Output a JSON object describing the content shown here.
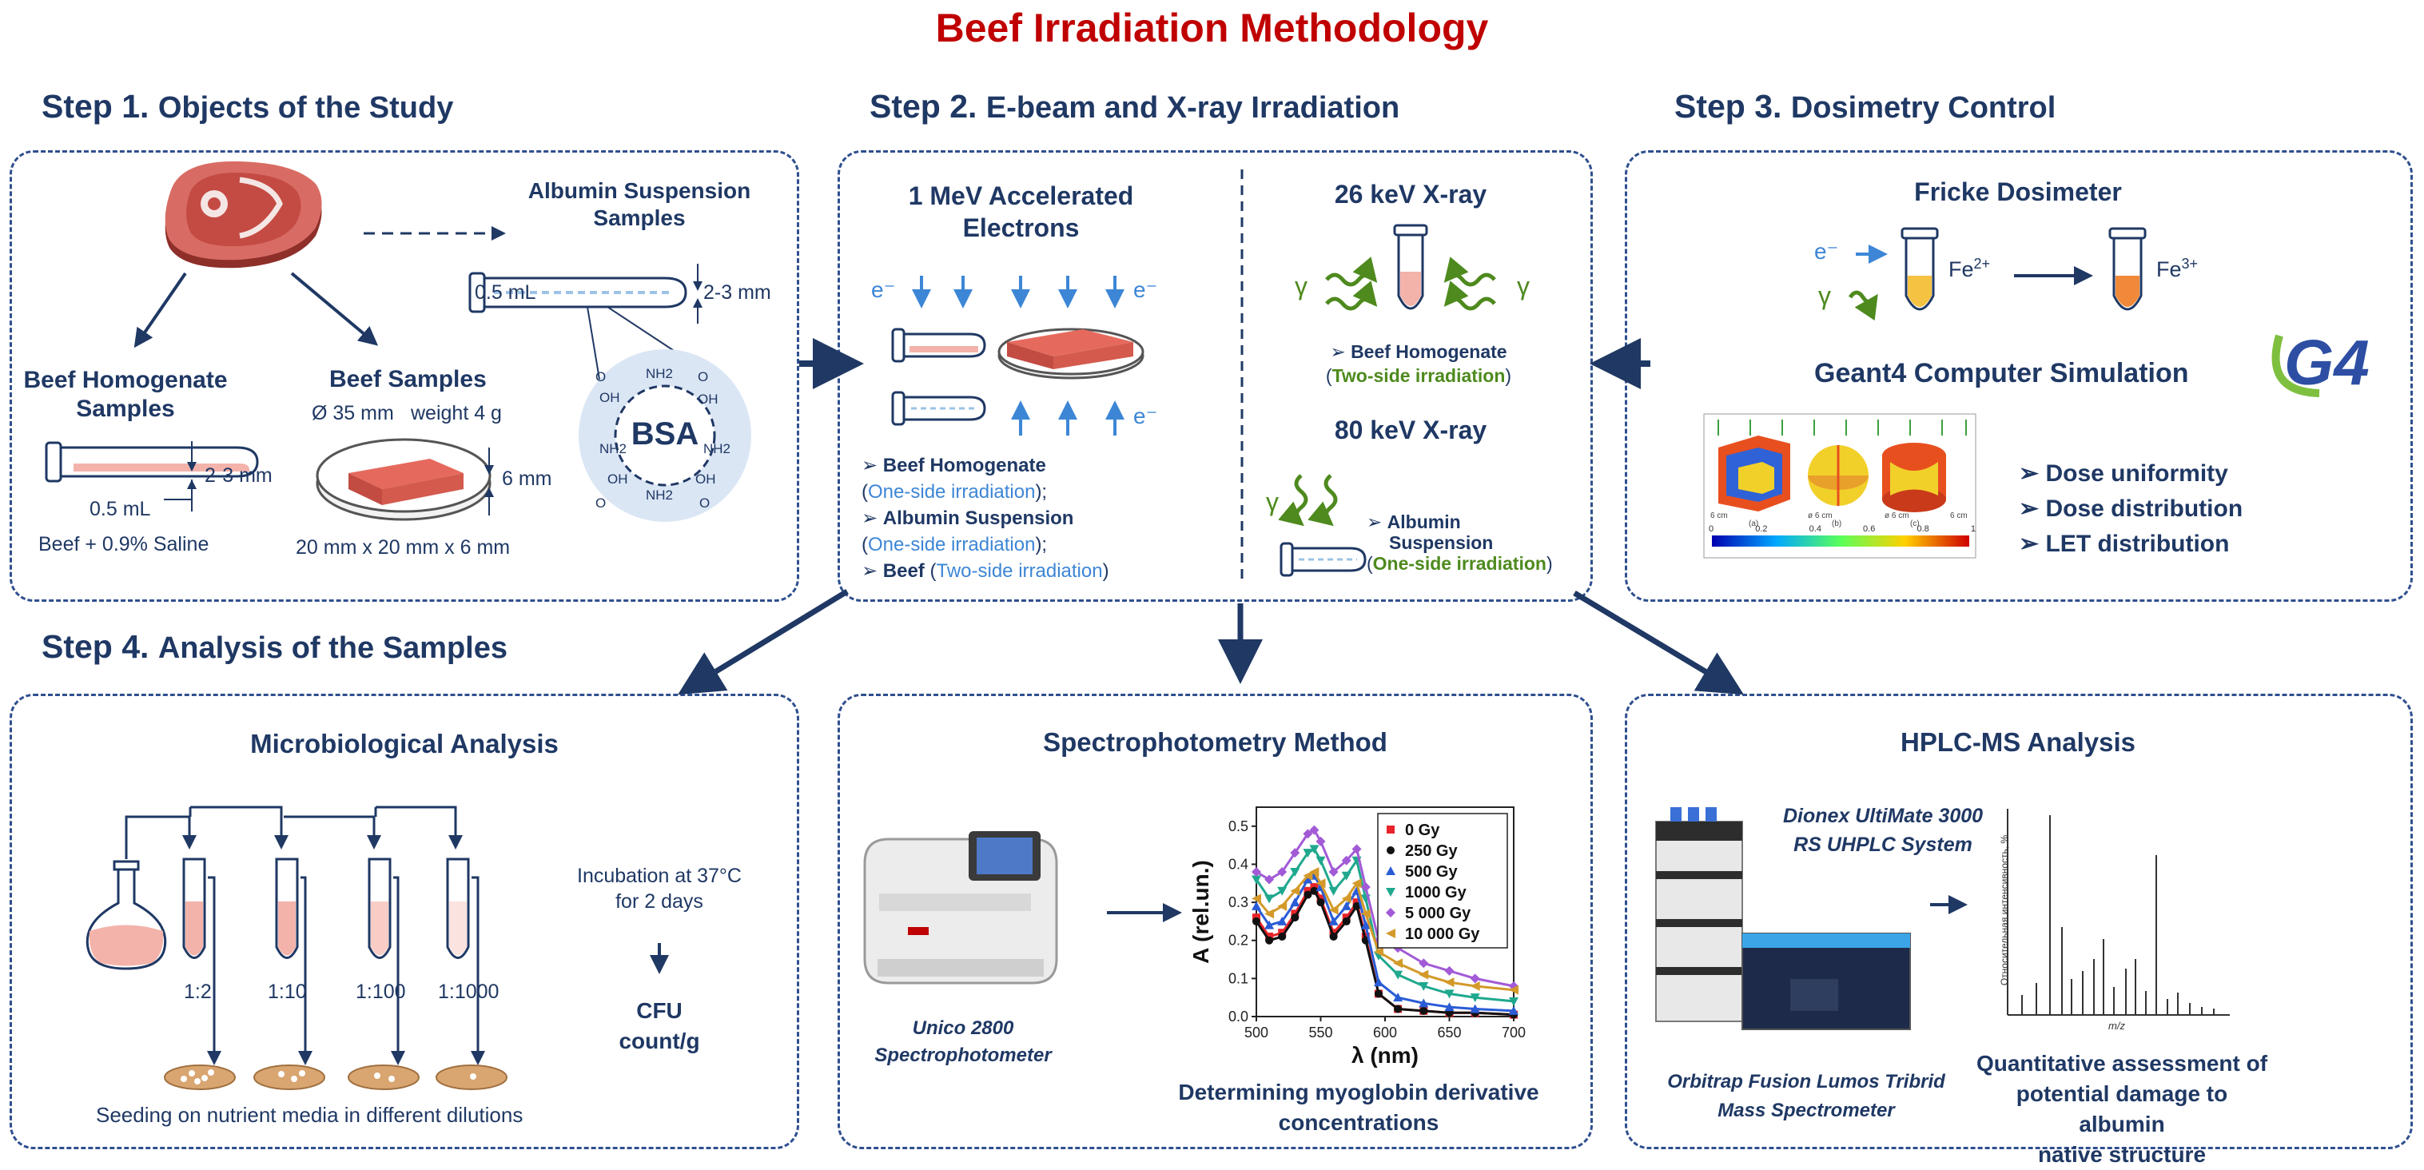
{
  "title": "Beef Irradiation Methodology",
  "steps": [
    {
      "num": "Step 1.",
      "name": "Objects of the Study"
    },
    {
      "num": "Step 2.",
      "name": "E-beam and X-ray Irradiation"
    },
    {
      "num": "Step 3.",
      "name": "Dosimetry Control"
    },
    {
      "num": "Step 4.",
      "name": "Analysis of the Samples"
    }
  ],
  "step1": {
    "albumin_title_1": "Albumin Suspension",
    "albumin_title_2": "Samples",
    "albumin_volume": "0.5 mL",
    "albumin_thickness": "2-3 mm",
    "bsa_label": "BSA",
    "bsa_groups": {
      "nh2": "NH2",
      "oh": "OH",
      "o": "O"
    },
    "homogenate_title_1": "Beef Homogenate",
    "homogenate_title_2": "Samples",
    "homogenate_thickness": "2-3 mm",
    "homogenate_volume": "0.5 mL",
    "homogenate_composition": "Beef + 0.9% Saline",
    "beef_title": "Beef Samples",
    "beef_diameter": "Ø 35 mm",
    "beef_weight": "weight 4 g",
    "beef_height": "6 mm",
    "beef_dims": "20 mm x 20 mm x 6 mm"
  },
  "step2": {
    "ebeam_title_1": "1 MeV Accelerated",
    "ebeam_title_2": "Electrons",
    "electron": "e⁻",
    "list": [
      {
        "name": "Beef Homogenate",
        "mode": "One-side irradiation",
        "suffix": ");"
      },
      {
        "name": "Albumin Suspension",
        "mode": "One-side irradiation",
        "suffix": ");"
      },
      {
        "name": "Beef",
        "mode": "Two-side irradiation",
        "suffix": ")"
      }
    ],
    "xray26_title": "26 keV X-ray",
    "xray26_item": "Beef Homogenate",
    "xray26_mode": "Two-side irradiation",
    "xray80_title": "80 keV X-ray",
    "xray80_item_1": "Albumin",
    "xray80_item_2": "Suspension",
    "xray80_mode": "One-side irradiation",
    "gamma": "γ"
  },
  "step3": {
    "fricke_title": "Fricke Dosimeter",
    "fe2": "Fe",
    "fe2_sup": "2+",
    "fe3": "Fe",
    "fe3_sup": "3+",
    "geant_title": "Geant4 Computer Simulation",
    "g4_logo": "G4",
    "bullets": [
      "Dose uniformity",
      "Dose distribution",
      "LET distribution"
    ],
    "sim_panels": [
      "(a)",
      "(b)",
      "(c)"
    ],
    "sim_dims": [
      "6 cm",
      "ø 6 cm",
      "ø 6 cm",
      "6 cm"
    ],
    "colorbar_ticks": [
      "0",
      "0.2",
      "0.4",
      "0.6",
      "0.8",
      "1"
    ]
  },
  "step4": {
    "micro_title": "Microbiological Analysis",
    "dilutions": [
      "1:2",
      "1:10",
      "1:100",
      "1:1000"
    ],
    "incubation_1": "Incubation at 37°C",
    "incubation_2": "for 2 days",
    "cfu_1": "CFU",
    "cfu_2": "count/g",
    "seeding": "Seeding on nutrient media in different dilutions",
    "spectro_title": "Spectrophotometry Method",
    "spectro_device_1": "Unico 2800",
    "spectro_device_2": "Spectrophotometer",
    "spectro_caption_1": "Determining myoglobin derivative",
    "spectro_caption_2": "concentrations",
    "hplc_title": "HPLC-MS Analysis",
    "hplc_system_1": "Dionex UltiMate 3000",
    "hplc_system_2": "RS UHPLC System",
    "ms_device_1": "Orbitrap Fusion Lumos Tribrid",
    "ms_device_2": "Mass Spectrometer",
    "hplc_caption_1": "Quantitative assessment of",
    "hplc_caption_2": "potential damage to albumin",
    "hplc_caption_3": "native structure",
    "ms_xlabel": "m/z",
    "ms_ylabel": "Относительная интенсивность, %"
  },
  "chart_data": {
    "type": "line",
    "xlabel": "λ (nm)",
    "ylabel": "A (rel.un.)",
    "xlim": [
      500,
      700
    ],
    "ylim": [
      0,
      0.55
    ],
    "xticks": [
      500,
      550,
      600,
      650,
      700
    ],
    "yticks": [
      0.0,
      0.1,
      0.2,
      0.3,
      0.4,
      0.5
    ],
    "x": [
      500,
      510,
      520,
      530,
      540,
      545,
      550,
      560,
      570,
      578,
      585,
      595,
      610,
      630,
      650,
      670,
      700
    ],
    "legend_position": "top-right",
    "series": [
      {
        "name": "0 Gy",
        "color": "#e8232a",
        "marker": "square",
        "values": [
          0.26,
          0.21,
          0.22,
          0.27,
          0.33,
          0.34,
          0.31,
          0.22,
          0.26,
          0.3,
          0.21,
          0.06,
          0.02,
          0.015,
          0.01,
          0.01,
          0.005
        ]
      },
      {
        "name": "250 Gy",
        "color": "#111111",
        "marker": "circle",
        "values": [
          0.25,
          0.2,
          0.21,
          0.26,
          0.32,
          0.33,
          0.3,
          0.21,
          0.25,
          0.29,
          0.2,
          0.06,
          0.02,
          0.015,
          0.01,
          0.01,
          0.005
        ]
      },
      {
        "name": "500 Gy",
        "color": "#2a5cd6",
        "marker": "triangle-up",
        "values": [
          0.29,
          0.24,
          0.25,
          0.3,
          0.36,
          0.37,
          0.34,
          0.25,
          0.29,
          0.33,
          0.24,
          0.09,
          0.05,
          0.035,
          0.025,
          0.02,
          0.015
        ]
      },
      {
        "name": "1000 Gy",
        "color": "#1fa88e",
        "marker": "triangle-down",
        "values": [
          0.36,
          0.31,
          0.33,
          0.38,
          0.43,
          0.44,
          0.41,
          0.33,
          0.37,
          0.41,
          0.31,
          0.16,
          0.11,
          0.08,
          0.06,
          0.05,
          0.04
        ]
      },
      {
        "name": "5 000 Gy",
        "color": "#a25ad6",
        "marker": "diamond",
        "values": [
          0.38,
          0.36,
          0.38,
          0.43,
          0.48,
          0.49,
          0.46,
          0.38,
          0.41,
          0.44,
          0.34,
          0.2,
          0.18,
          0.14,
          0.12,
          0.1,
          0.08
        ]
      },
      {
        "name": "10 000 Gy",
        "color": "#d39a2a",
        "marker": "triangle-left",
        "values": [
          0.31,
          0.27,
          0.29,
          0.33,
          0.37,
          0.38,
          0.35,
          0.28,
          0.31,
          0.35,
          0.27,
          0.17,
          0.14,
          0.11,
          0.09,
          0.08,
          0.07
        ]
      }
    ]
  },
  "colors": {
    "title": "#c00000",
    "navy": "#1f3864",
    "blue_text": "#3d86d6",
    "green_text": "#4e8a1e",
    "meat": "#c95a52",
    "sample_pink": "#f3b3aa"
  }
}
